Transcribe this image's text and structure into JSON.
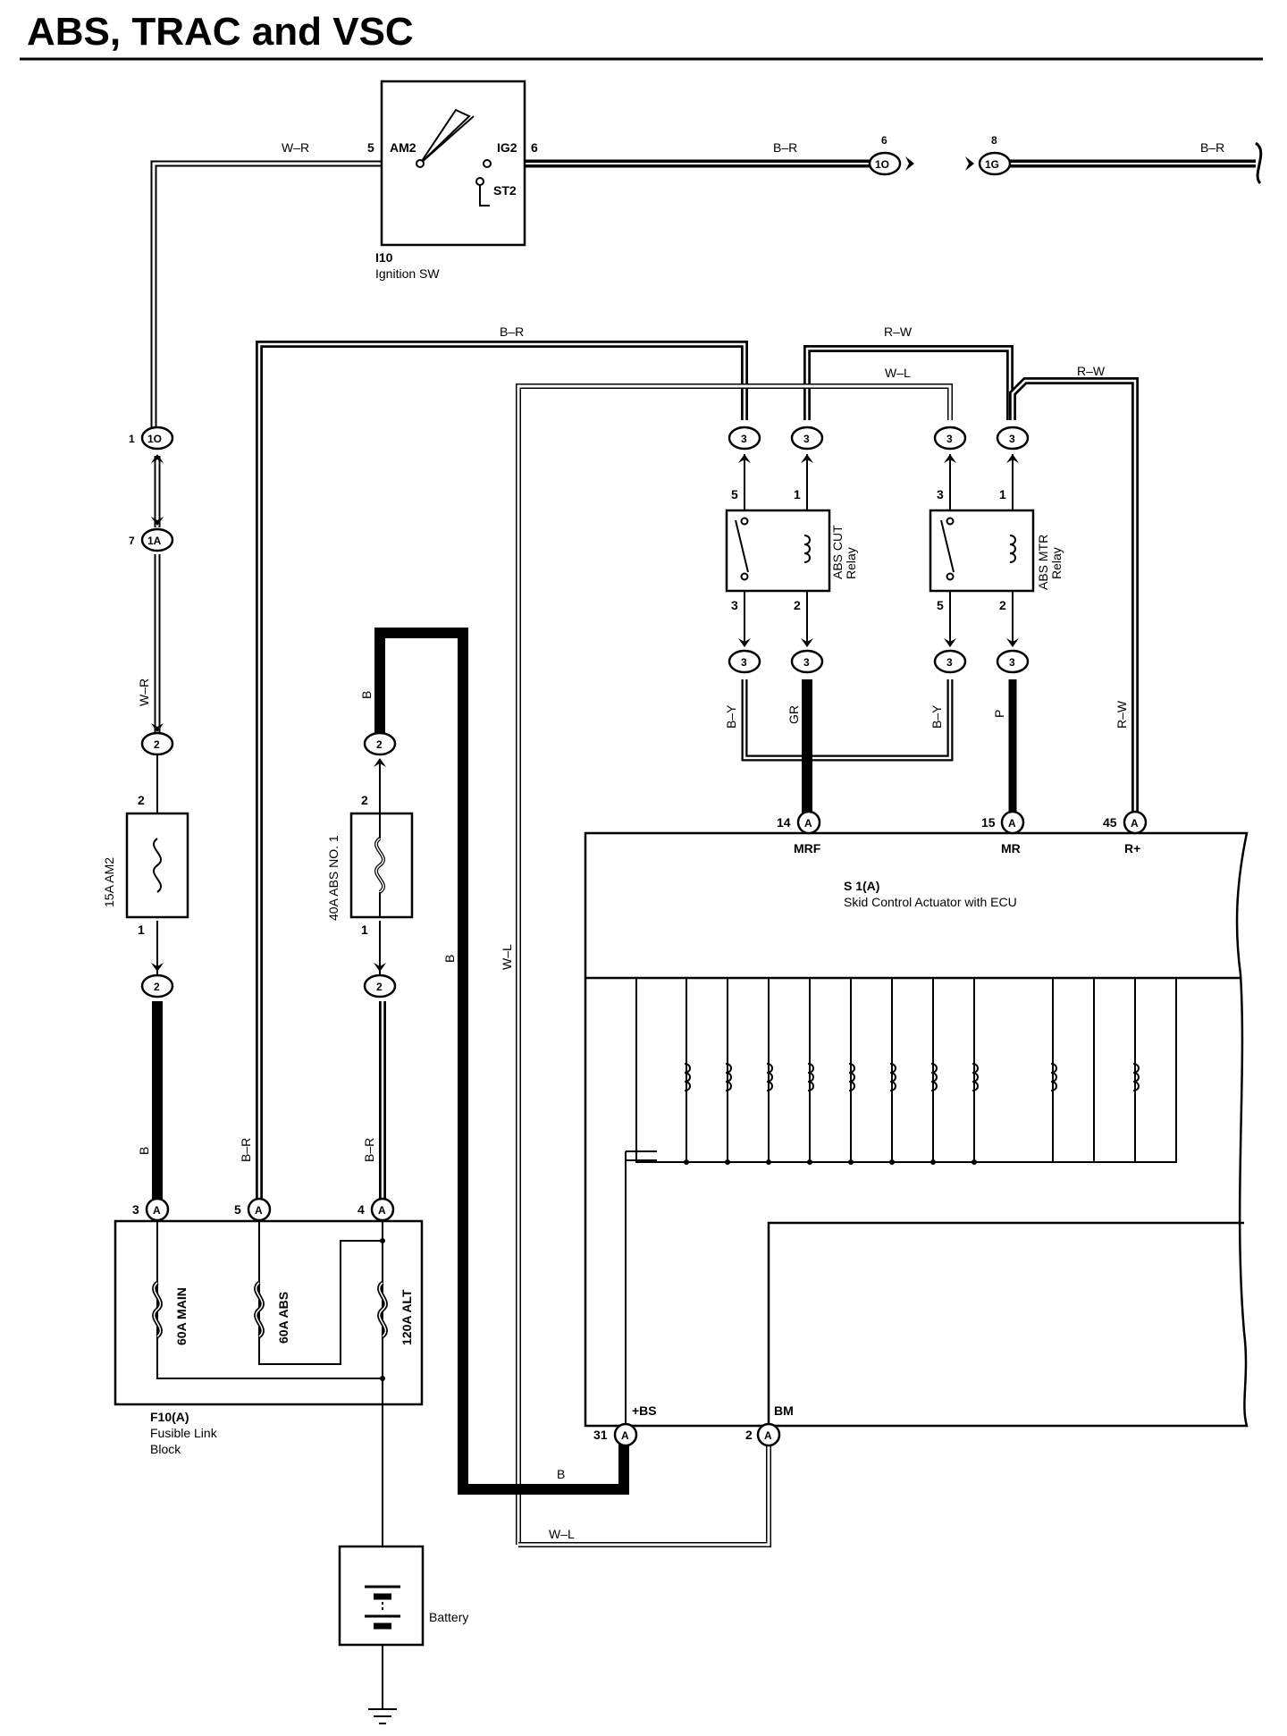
{
  "title": "ABS, TRAC and VSC",
  "components": {
    "ignition_switch": {
      "id": "I10",
      "name": "Ignition SW",
      "pins": {
        "am2": "AM2",
        "ig2": "IG2",
        "st2": "ST2"
      },
      "pin_nums": {
        "am2": "5",
        "ig2": "6"
      }
    },
    "abs_cut_relay": {
      "name": "ABS CUT",
      "sub": "Relay",
      "pins": [
        "5",
        "1",
        "3",
        "2"
      ]
    },
    "abs_mtr_relay": {
      "name": "ABS MTR",
      "sub": "Relay",
      "pins": [
        "3",
        "1",
        "5",
        "2"
      ]
    },
    "fuse_am2": {
      "label": "15A AM2",
      "pin_top": "2",
      "pin_bottom": "1"
    },
    "fuse_abs1": {
      "label": "40A ABS NO. 1",
      "pin_top": "2",
      "pin_bottom": "1"
    },
    "fusible_link_block": {
      "id": "F10(A)",
      "name_line1": "Fusible Link",
      "name_line2": "Block",
      "fuses": [
        "60A MAIN",
        "60A ABS",
        "120A ALT"
      ],
      "pins": [
        "3",
        "5",
        "4"
      ]
    },
    "actuator": {
      "id": "S 1(A)",
      "name": "Skid Control Actuator with ECU",
      "pins": {
        "mrf": "MRF",
        "mr": "MR",
        "rplus": "R+",
        "bs": "+BS",
        "bm": "BM"
      },
      "pin_nums": {
        "mrf": "14",
        "mr": "15",
        "rplus": "45",
        "bs": "31",
        "bm": "2"
      }
    },
    "battery": {
      "name": "Battery"
    }
  },
  "connectors": {
    "c_1O_top": {
      "num": "6",
      "id": "1O"
    },
    "c_1G_top": {
      "num": "8",
      "id": "1G"
    },
    "c_1O_left": {
      "num": "1",
      "id": "1O"
    },
    "c_1A_left": {
      "num": "7",
      "id": "1A"
    },
    "generic": {
      "two": "2",
      "three": "3",
      "a": "A"
    }
  },
  "wires": {
    "wr_top": "W–R",
    "br_top": "B–R",
    "br_far": "B–R",
    "br_upper": "B–R",
    "rw_upper": "R–W",
    "wl_upper": "W–L",
    "rw_right": "R–W",
    "wr_left": "W–R",
    "b_mid": "B",
    "by_1": "B–Y",
    "gr": "GR",
    "by_2": "B–Y",
    "p": "P",
    "rw_vert": "R–W",
    "b_long": "B",
    "wl_long": "W–L",
    "b_bottom_left": "B",
    "br_bottom_1": "B–R",
    "br_bottom_2": "B–R",
    "b_bottom": "B",
    "wl_bottom": "W–L"
  }
}
